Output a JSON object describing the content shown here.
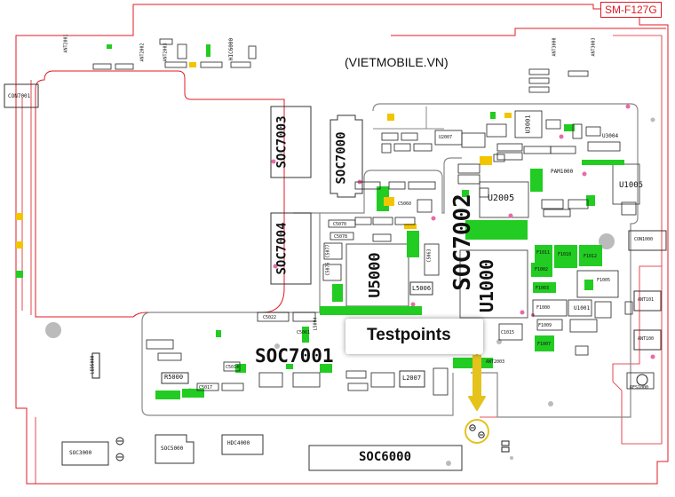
{
  "model_label": "SM-F127G",
  "website": "(VIETMOBILE.VN)",
  "callout": "Testpoints",
  "colors": {
    "outline": "#e01b24",
    "pad_green": "#22cc22",
    "pad_yellow": "#f2c500",
    "arrow": "#e5c21c",
    "pink": "#e86aa8"
  },
  "large_labels": {
    "soc7003": "SOC7003",
    "soc7000": "SOC7000",
    "soc7004": "SOC7004",
    "soc7002": "SOC7002",
    "u5000": "U5000",
    "u1000": "U1000",
    "soc7001": "SOC7001",
    "soc6000": "SOC6000",
    "u2005": "U2005",
    "u1005": "U1005",
    "l5006": "L5006",
    "l2007": "L2007",
    "r5000": "R5000",
    "u3001": "U3001",
    "u1001": "U1001"
  },
  "small_labels": {
    "con7001": "CON7001",
    "ant2001": "ANT2001",
    "ant2002": "ANT2002",
    "ant2003": "ANT2003",
    "hic6000": "HIC6000",
    "ant3000": "ANT3000",
    "ant3003": "ANT3003",
    "u3004": "U3004",
    "pam1000": "PAM1000",
    "con1000": "CON1000",
    "ant101": "ANT101",
    "ant100": "ANT100",
    "rfs1000": "RFS1000",
    "soc3000": "SOC3000",
    "soc5000": "SOC5000",
    "hdc4000": "HDC4000",
    "led5000": "LED5000",
    "c5022": "C5022",
    "c5061": "C5061",
    "l5004": "L5004",
    "c5070": "C5070",
    "c5078": "C5078",
    "c5076": "C5076",
    "c5077": "C5077",
    "c5063": "C5063",
    "c5014": "C5014",
    "c5017": "C5017",
    "c1015": "C1015",
    "ant2003b": "ANT2003",
    "f1011": "F1011",
    "f1002": "F1002",
    "f1010": "F1010",
    "f1012": "F1012",
    "f1005": "F1005",
    "f1003": "F1003",
    "f1000": "F1000",
    "f1009": "F1009",
    "f1007": "F1007",
    "u2007": "U2007",
    "c5060": "C5060"
  }
}
